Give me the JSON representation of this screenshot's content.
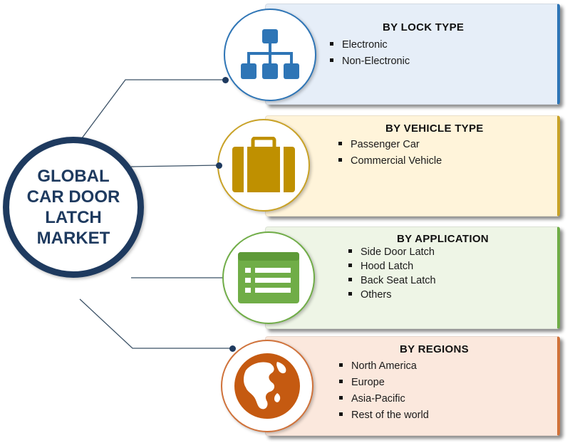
{
  "hub": {
    "lines": [
      "GLOBAL",
      "CAR DOOR",
      "LATCH",
      "MARKET"
    ]
  },
  "segments": [
    {
      "title": "BY LOCK TYPE",
      "items": [
        "Electronic",
        "Non-Electronic"
      ],
      "icon": "hierarchy-icon",
      "color": "#2e75b6",
      "bg": "#e6eef8",
      "border": "#2e75b6"
    },
    {
      "title": "BY VEHICLE TYPE",
      "items": [
        "Passenger Car",
        "Commercial Vehicle"
      ],
      "icon": "briefcase-icon",
      "color": "#bf9000",
      "bg": "#fff4da",
      "border": "#c9a227"
    },
    {
      "title": "BY APPLICATION",
      "items": [
        "Side Door Latch",
        "Hood Latch",
        "Back Seat Latch",
        "Others"
      ],
      "icon": "list-window-icon",
      "color": "#70ad47",
      "bg": "#eef5e6",
      "border": "#70ad47"
    },
    {
      "title": "BY REGIONS",
      "items": [
        "North America",
        "Europe",
        "Asia-Pacific",
        "Rest of the world"
      ],
      "icon": "globe-icon",
      "color": "#c55a11",
      "bg": "#fbe8dd",
      "border": "#d0723a"
    }
  ],
  "colors": {
    "hub_navy": "#1e3a5f",
    "connector": "#3b5166"
  }
}
